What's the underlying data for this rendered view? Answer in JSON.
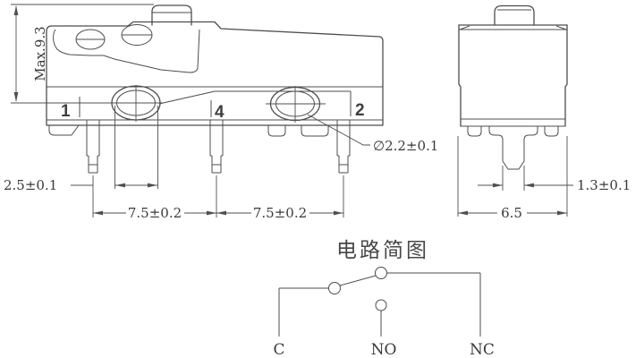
{
  "drawing": {
    "front_view": {
      "terminal_labels": {
        "t1": "1",
        "t4": "4",
        "t2": "2"
      },
      "dimensions": {
        "height_max": "Max.9.3",
        "terminal_length": "2.5±0.1",
        "pitch_left": "7.5±0.2",
        "pitch_right": "7.5±0.2",
        "hole_diameter": "∅2.2±0.1"
      }
    },
    "side_view": {
      "dimensions": {
        "terminal_width": "1.3±0.1",
        "body_width": "6.5"
      }
    },
    "circuit": {
      "title": "电路简图",
      "common": "C",
      "normally_open": "NO",
      "normally_closed": "NC"
    },
    "colors": {
      "line": "#4d4d4d",
      "text": "#3a3a3a",
      "background": "#ffffff"
    }
  }
}
